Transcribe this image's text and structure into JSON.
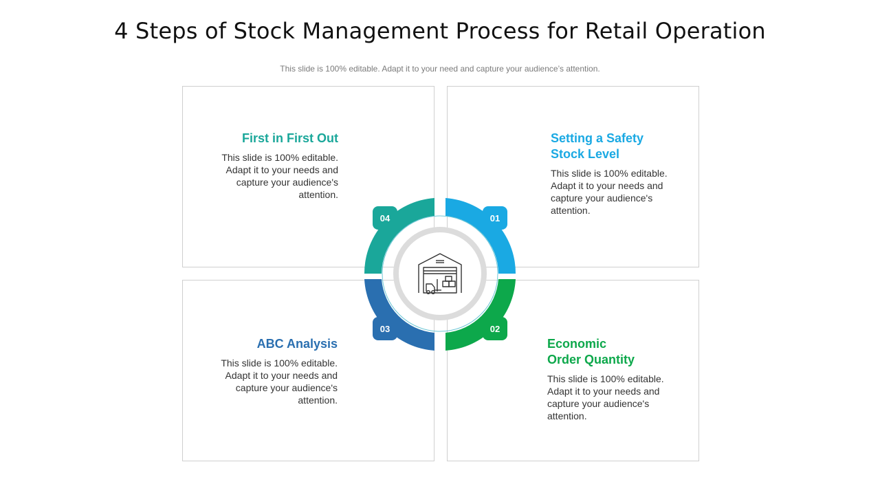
{
  "title": "4 Steps of Stock Management Process for Retail Operation",
  "subtitle": "This slide is 100% editable. Adapt it to your need and capture your audience’s attention.",
  "colors": {
    "teal": "#1aa79a",
    "blue": "#1aa9e3",
    "green": "#0da84b",
    "navy": "#2a6fb0",
    "box_border": "#cfcfcf",
    "inner_ring": "#dcdcdc"
  },
  "center_icon": "warehouse-forklift-icon",
  "steps": {
    "s01": {
      "number": "01",
      "heading": "Setting a Safety\nStock Level",
      "body": "This slide is 100% editable. Adapt it to your needs and capture your audience's attention."
    },
    "s02": {
      "number": "02",
      "heading": "Economic\nOrder Quantity",
      "body": "This slide is 100% editable. Adapt it to your needs and capture your audience's attention."
    },
    "s03": {
      "number": "03",
      "heading": "ABC Analysis",
      "body": "This slide is 100% editable. Adapt it to your needs and capture your audience's attention."
    },
    "s04": {
      "number": "04",
      "heading": "First in First Out",
      "body": "This slide is 100% editable. Adapt it to your needs and capture your audience's attention."
    }
  }
}
